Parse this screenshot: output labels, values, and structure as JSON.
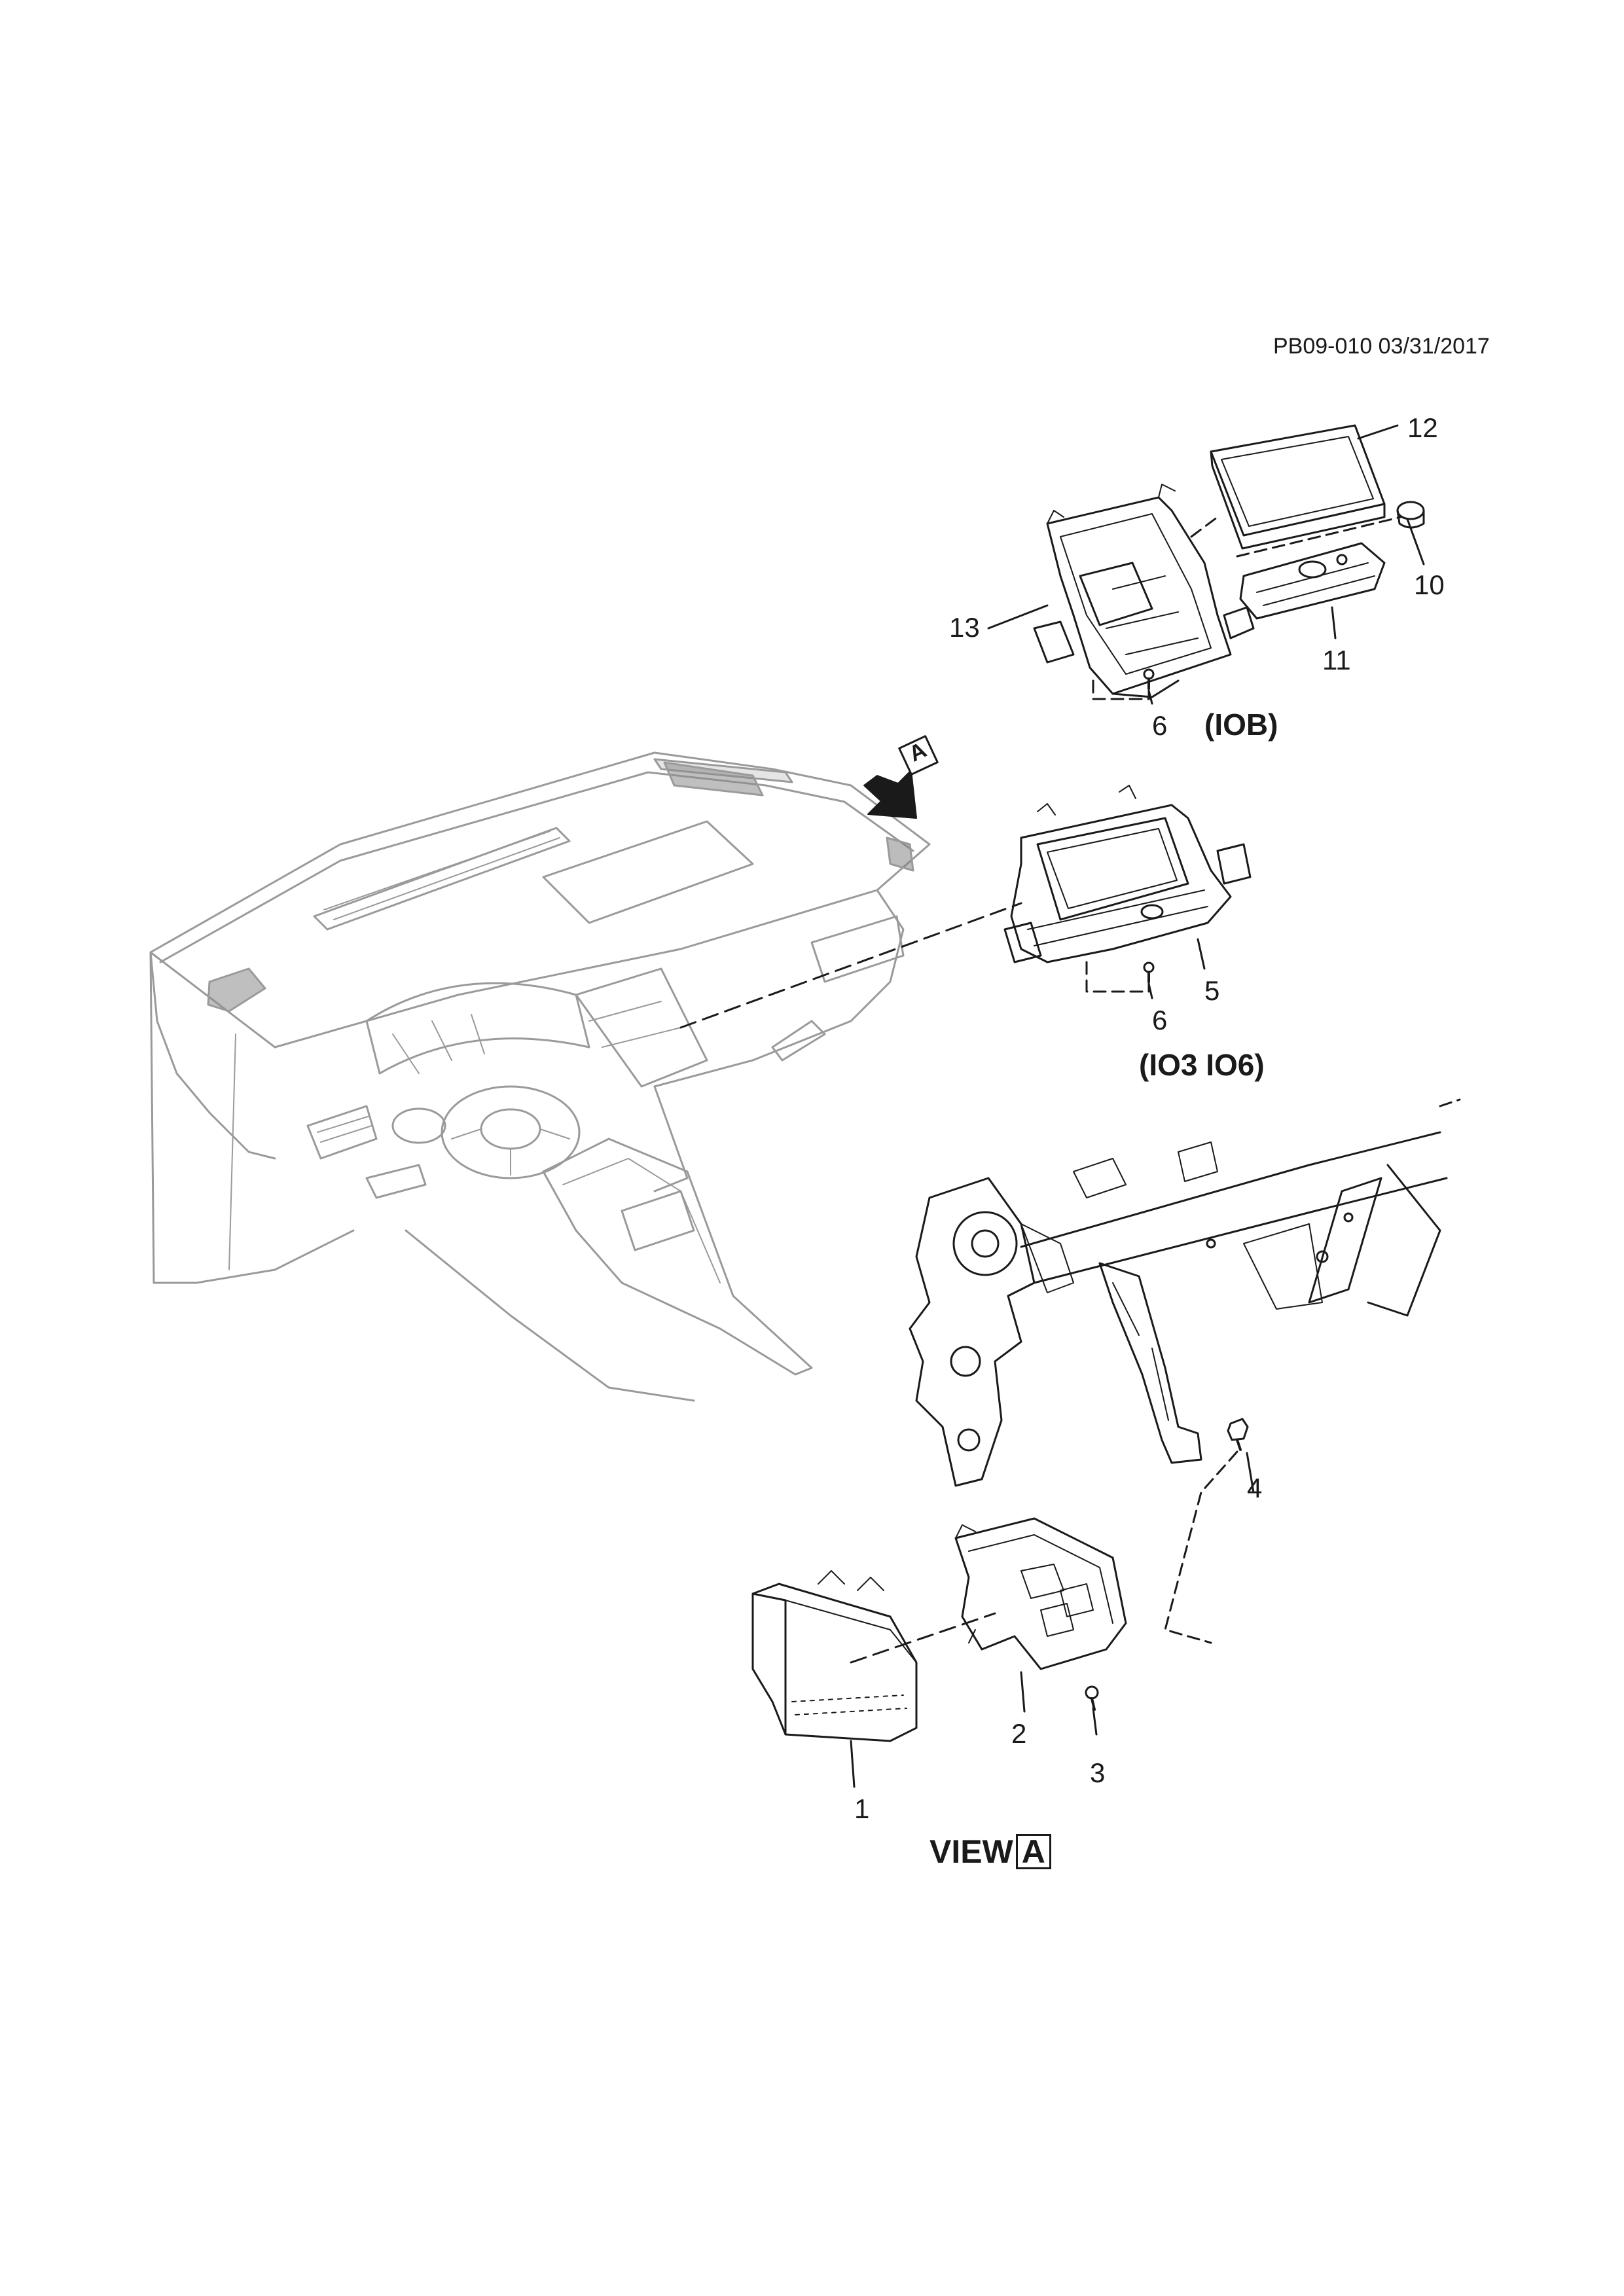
{
  "header": {
    "code": "PB09-010 03/31/2017"
  },
  "callouts": {
    "c1": "1",
    "c2": "2",
    "c3": "3",
    "c4": "4",
    "c5": "5",
    "c6a": "6",
    "c6b": "6",
    "c10": "10",
    "c11": "11",
    "c12": "12",
    "c13": "13"
  },
  "variants": {
    "iob": "(IOB)",
    "io3io6": "(IO3 IO6)"
  },
  "view": {
    "label": "VIEW",
    "letter": "A"
  },
  "arrow": {
    "letter": "A"
  },
  "colors": {
    "dashboard": "#9a9a9a",
    "parts": "#1a1a1a",
    "background": "#ffffff"
  }
}
